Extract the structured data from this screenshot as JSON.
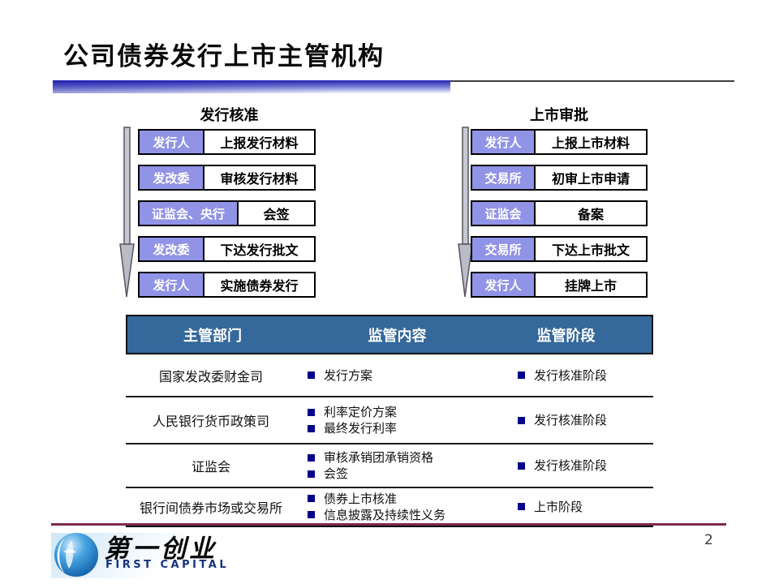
{
  "title": "公司债券发行上市主管机构",
  "page_number": "2",
  "flows": {
    "left": {
      "title": "发行核准",
      "steps": [
        {
          "actor": "发行人",
          "action": "上报发行材料"
        },
        {
          "actor": "发改委",
          "action": "审核发行材料"
        },
        {
          "actor": "证监会、央行",
          "action": "会签"
        },
        {
          "actor": "发改委",
          "action": "下达发行批文"
        },
        {
          "actor": "发行人",
          "action": "实施债券发行"
        }
      ]
    },
    "right": {
      "title": "上市审批",
      "steps": [
        {
          "actor": "发行人",
          "action": "上报上市材料"
        },
        {
          "actor": "交易所",
          "action": "初审上市申请"
        },
        {
          "actor": "证监会",
          "action": "备案"
        },
        {
          "actor": "交易所",
          "action": "下达上市批文"
        },
        {
          "actor": "发行人",
          "action": "挂牌上市"
        }
      ]
    }
  },
  "table": {
    "headers": [
      "主管部门",
      "监管内容",
      "监管阶段"
    ],
    "rows": [
      {
        "department": "国家发改委财金司",
        "items": [
          "发行方案"
        ],
        "stage": "发行核准阶段"
      },
      {
        "department": "人民银行货币政策司",
        "items": [
          "利率定价方案",
          "最终发行利率"
        ],
        "stage": "发行核准阶段"
      },
      {
        "department": "证监会",
        "items": [
          "审核承销团承销资格",
          "会签"
        ],
        "stage": "发行核准阶段"
      },
      {
        "department": "银行间债券市场或交易所",
        "items": [
          "债券上市核准",
          "信息披露及持续性义务"
        ],
        "stage": "上市阶段"
      }
    ]
  },
  "footer": {
    "logo_cn": "第一创业",
    "logo_en": "FIRST CAPITAL"
  },
  "colors": {
    "actor_box": "#9193e6",
    "table_header": "#35689b",
    "bullet": "#00008b",
    "footer_line": "#7e2a4d",
    "accent_bar": "#2a2ab5",
    "globe_blue": "#1273c4"
  }
}
